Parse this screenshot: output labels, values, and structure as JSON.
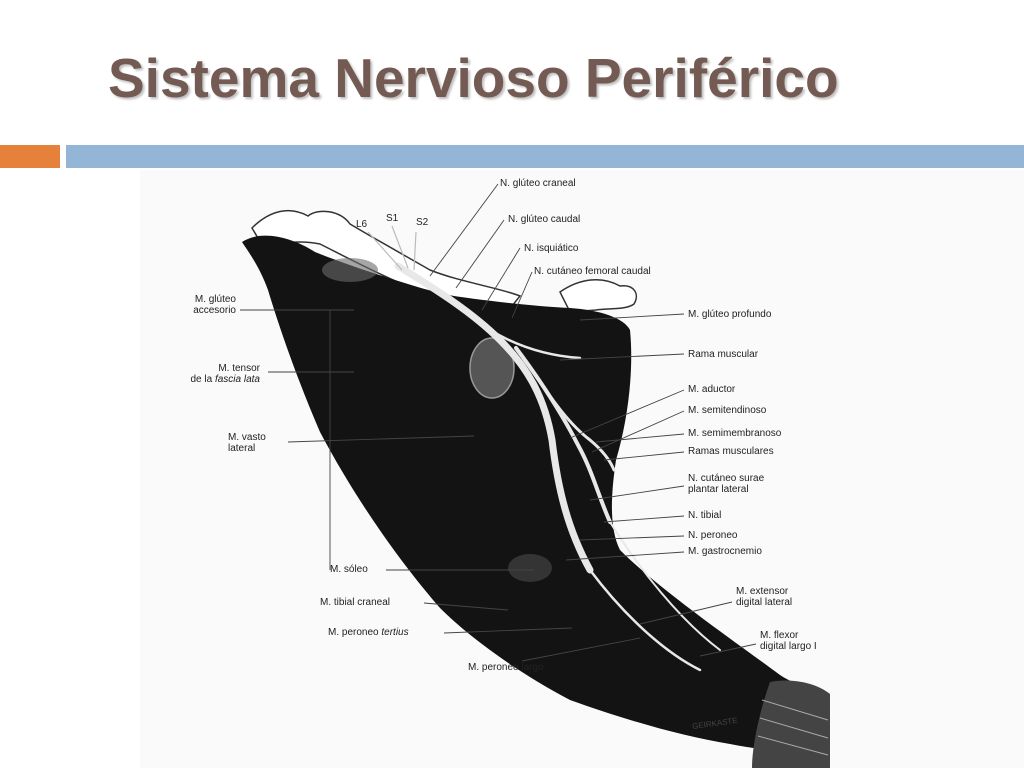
{
  "slide": {
    "title": "Sistema Nervioso Periférico",
    "accent_orange": "#e5813b",
    "accent_blue": "#93b5d6",
    "title_color": "#735a52"
  },
  "diagram": {
    "spinal": {
      "l6": "L6",
      "s1": "S1",
      "s2": "S2"
    },
    "labels": {
      "n_gluteo_craneal": "N. glúteo craneal",
      "n_gluteo_caudal": "N. glúteo caudal",
      "n_isquiatico": "N. isquiático",
      "n_cutaneo_femoral_caudal": "N. cutáneo femoral caudal",
      "m_gluteo_accesorio": "M. glúteo\naccesorio",
      "m_tensor": "M. tensor",
      "m_tensor_de_la": "de la",
      "m_tensor_fascia": "fascia lata",
      "m_vasto_lateral": "M. vasto\nlateral",
      "m_gluteo_profundo": "M. glúteo profundo",
      "rama_muscular": "Rama muscular",
      "m_aductor": "M. aductor",
      "m_semitendinoso": "M. semitendinoso",
      "m_semimembranoso": "M. semimembranoso",
      "ramas_musculares": "Ramas musculares",
      "n_cutaneo_surae": "N. cutáneo surae\nplantar lateral",
      "n_tibial": "N. tibial",
      "n_peroneo": "N. peroneo",
      "m_gastrocnemio": "M. gastrocnemio",
      "m_soleo": "M. sóleo",
      "m_tibial_craneal": "M. tibial craneal",
      "m_peroneo_tertius": "M. peroneo",
      "m_peroneo_tertius_it": "tertius",
      "m_extensor": "M. extensor\ndigital lateral",
      "m_flexor": "M. flexor\ndigital largo I",
      "m_peroneo_largo": "M. peroneo largo",
      "signature": "GEIRKASTE"
    }
  }
}
